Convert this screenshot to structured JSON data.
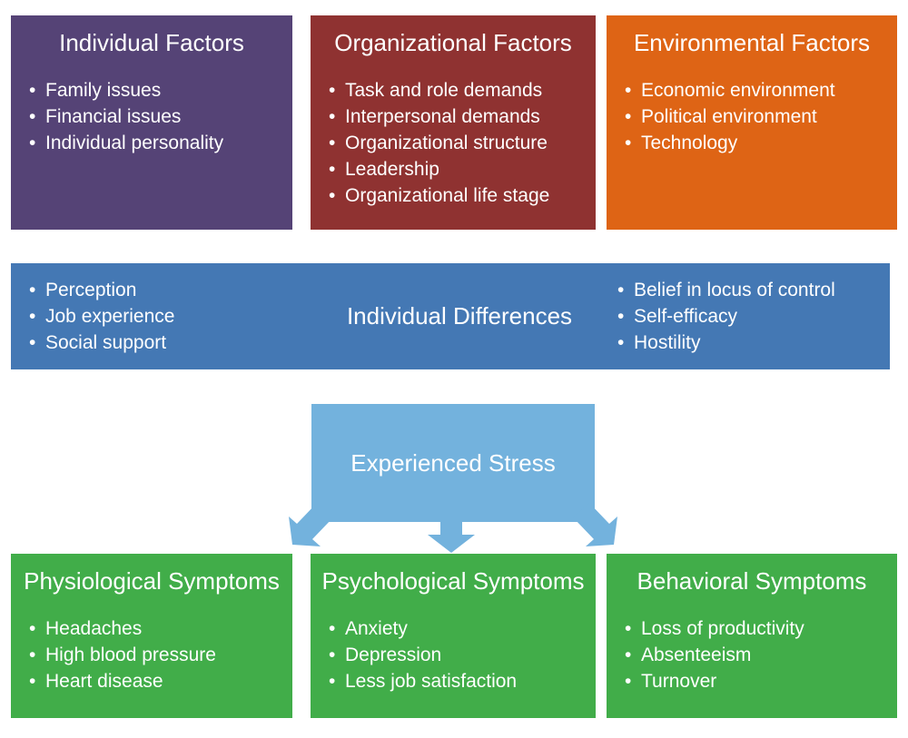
{
  "colors": {
    "purple": "#554376",
    "dark_red": "#8F3231",
    "orange": "#DE6415",
    "blue": "#4478B4",
    "light_blue": "#73B2DD",
    "green": "#41AD49",
    "text": "#FFFFFF",
    "background": "#FFFFFF"
  },
  "top_row": [
    {
      "title": "Individual Factors",
      "items": [
        "Family issues",
        "Financial issues",
        "Individual personality"
      ]
    },
    {
      "title": "Organizational Factors",
      "items": [
        "Task and role demands",
        "Interpersonal demands",
        "Organizational structure",
        "Leadership",
        "Organizational life stage"
      ]
    },
    {
      "title": "Environmental Factors",
      "items": [
        "Economic environment",
        "Political environment",
        "Technology"
      ]
    }
  ],
  "middle_band": {
    "title": "Individual Differences",
    "left_items": [
      "Perception",
      "Job experience",
      "Social support"
    ],
    "right_items": [
      "Belief in locus of control",
      "Self-efficacy",
      "Hostility"
    ]
  },
  "stress_box": {
    "title": "Experienced Stress"
  },
  "bottom_row": [
    {
      "title": "Physiological Symptoms",
      "items": [
        "Headaches",
        "High blood pressure",
        "Heart disease"
      ]
    },
    {
      "title": "Psychological Symptoms",
      "items": [
        "Anxiety",
        "Depression",
        "Less job satisfaction"
      ]
    },
    {
      "title": "Behavioral Symptoms",
      "items": [
        "Loss of productivity",
        "Absenteeism",
        "Turnover"
      ]
    }
  ]
}
